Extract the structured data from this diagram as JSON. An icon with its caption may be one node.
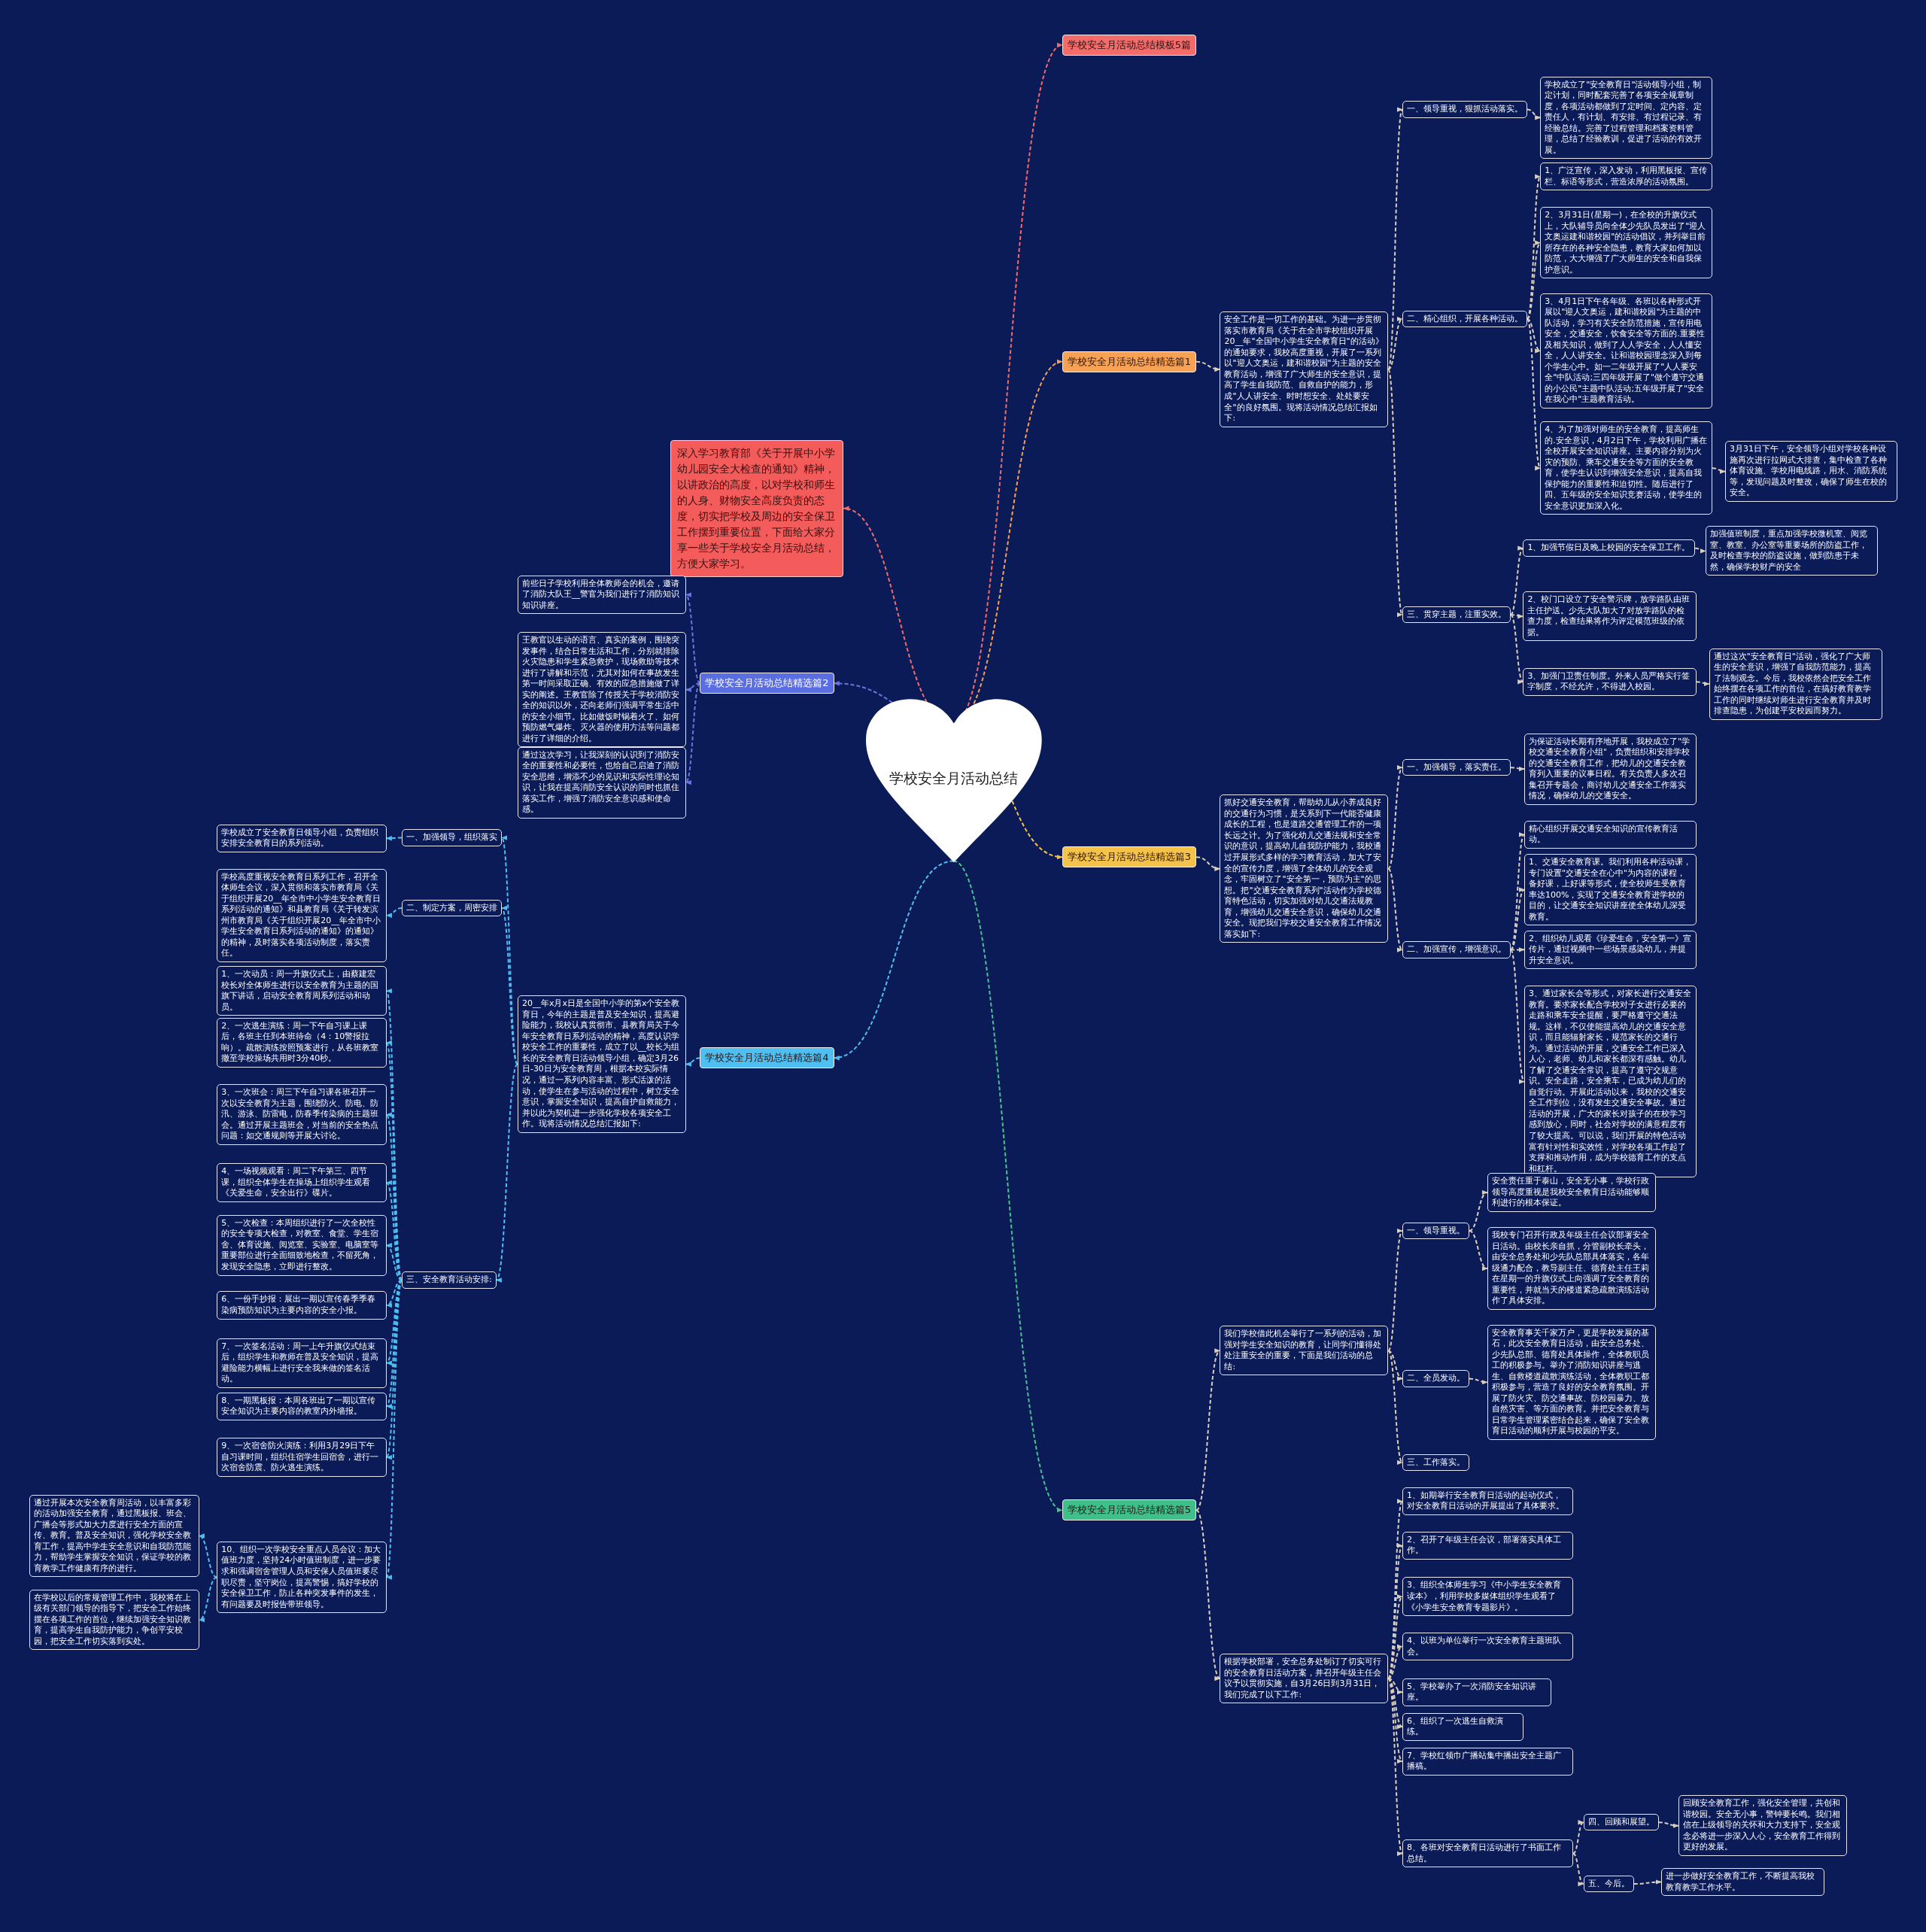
{
  "diagram": {
    "nodes": [
      {
        "text": [
          "学校安全月活动总结"
        ]
      },
      {
        "text": [
          "学校安全月活动总结模板5篇"
        ]
      },
      {
        "text": [
          "深入学习教育部《关于开展中小学幼儿园安全大检查的通知》精神，以讲政治的高度，以对学校和师生的人身、财物安全高度负责的态度，切实把学校及周边的安全保卫工作摆到重要位置，下面给大家分享一些关于学校安全月活动总结，方便大家学习。"
        ]
      },
      {
        "text": [
          "学校安全月活动总结精选篇1"
        ]
      },
      {
        "text": [
          "安全工作是一切工作的基础。为进一步贯彻落实市教育局《关于在全市学校组织开展20__年\"全国中小学生安全教育日\"的活动》的通知要求，我校高度重视，开展了一系列以\"迎人文奥运，建和谐校园\"为主题的安全教育活动，增强了广大师生的安全意识，提高了学生自我防范、自救自护的能力，形成\"人人讲安全、时时想安全、处处要安全\"的良好氛围。现将活动情况总结汇报如下:"
        ]
      },
      {
        "text": [
          "一、领导重视，狠抓活动落实。"
        ]
      },
      {
        "text": [
          "学校成立了\"安全教育日\"活动领导小组，制定计划，同时配套完善了各项安全规章制度，各项活动都做到了定时间、定内容、定责任人，有计划、有安排、有过程记录、有经验总结。完善了过程管理和档案资料管理，总结了经验教训，促进了活动的有效开展。"
        ]
      },
      {
        "text": [
          "二、精心组织，开展各种活动。"
        ]
      },
      {
        "text": [
          "1、广泛宣传，深入发动，利用黑板报、宣传栏、标语等形式，营造浓厚的活动氛围。"
        ]
      },
      {
        "text": [
          "2、3月31日(星期一)，在全校的升旗仪式上，大队辅导员向全体少先队员发出了\"迎人文奥运建和谐校园\"的活动倡议，并列举目前所存在的各种安全隐患，教育大家如何加以防范，大大增强了广大师生的安全和自我保护意识。"
        ]
      },
      {
        "text": [
          "3、4月1日下午各年级、各班以各种形式开展以\"迎人文奥运，建和谐校园\"为主题的中队活动，学习有关安全防范措施，宣传用电安全，交通安全，饮食安全等方面的.重要性及相关知识，做到了人人学安全，人人懂安全，人人讲安全。让和谐校园理念深入到每个学生心中。如一二年级开展了\"人人要安全\"中队活动;三四年级开展了\"做个遵守交通的小公民\"主题中队活动;五年级开展了\"安全在我心中\"主题教育活动。"
        ]
      },
      {
        "text": [
          "4、为了加强对师生的安全教育，提高师生的.安全意识，4月2日下午，学校利用广播在全校开展安全知识讲座。主要内容分别为火灾的预防、乘车交通安全等方面的安全教育，使学生认识到增强安全意识，提高自我保护能力的重要性和迫切性。随后进行了四、五年级的安全知识竞赛活动，使学生的安全意识更加深入化。"
        ]
      },
      {
        "text": [
          "3月31日下午，安全领导小组对学校各种设施再次进行拉网式大排查，集中检查了各种体育设施、学校用电线路，用水、消防系统等，发现问题及时整改，确保了师生在校的安全。"
        ]
      },
      {
        "text": [
          "三、贯穿主题，注重实效。"
        ]
      },
      {
        "text": [
          "1、加强节假日及晚上校园的安全保卫工作。"
        ]
      },
      {
        "text": [
          "加强值班制度，重点加强学校微机室、阅览室、教室、办公室等重要场所的防盗工作，及时检查学校的防盗设施，做到防患于未然，确保学校财产的安全"
        ]
      },
      {
        "text": [
          "2、校门口设立了安全警示牌，放学路队由班主任护送。少先大队加大了对放学路队的检查力度，检查结果将作为评定模范班级的依据。"
        ]
      },
      {
        "text": [
          "3、加强门卫责任制度。外来人员严格实行签字制度，不经允许，不得进入校园。"
        ]
      },
      {
        "text": [
          "通过这次\"安全教育日\"活动，强化了广大师生的安全意识，增强了自我防范能力，提高了法制观念。今后，我校依然会把安全工作始终摆在各项工作的首位，在搞好教育教学工作的同时继续对师生进行安全教育并及时排查隐患，为创建平安校园而努力。"
        ]
      },
      {
        "text": [
          "学校安全月活动总结精选篇2"
        ]
      },
      {
        "text": [
          "前些日子学校利用全体教师会的机会，邀请了消防大队王__警官为我们进行了消防知识知识讲座。"
        ]
      },
      {
        "text": [
          "王教官以生动的语言、真实的案例，围绕突发事件，结合日常生活和工作，分别就排除火灾隐患和学生紧急救护，现场救助等技术进行了讲解和示范，尤其对如何在事故发生第一时间采取正确、有效的应急措施做了详实的阐述。王教官除了传授关于学校消防安全的知识以外，还向老师们强调平常生活中的安全小细节。比如做饭时锅着火了、如何预防燃气爆炸、灭火器的使用方法等问题都进行了详细的介绍。"
        ]
      },
      {
        "text": [
          "通过这次学习，让我深刻的认识到了消防安全的重要性和必要性，也给自己启迪了消防安全思维，增添不少的见识和实际性理论知识，让我在提高消防安全认识的同时也抓住落实工作，增强了消防安全意识感和使命感。"
        ]
      },
      {
        "text": [
          "学校安全月活动总结精选篇3"
        ]
      },
      {
        "text": [
          "抓好交通安全教育，帮助幼儿从小养成良好的交通行为习惯，是关系到下一代能否健康成长的工程，也是道路交通管理工作的一项长远之计。为了强化幼儿交通法规和安全常识的意识，提高幼儿自我防护能力，我校通过开展形式多样的学习教育活动，加大了安全的宣传力度，增强了全体幼儿的安全观念，牢固树立了\"安全第一，预防为主\"的思想。把\"交通安全教育系列\"活动作为学校德育特色活动，切实加强对幼儿交通法规教育，增强幼儿交通安全意识，确保幼儿交通安全。现把我们学校交通安全教育工作情况落实如下:"
        ]
      },
      {
        "text": [
          "一、加强领导，落实责任。"
        ]
      },
      {
        "text": [
          "为保证活动长期有序地开展，我校成立了\"学校交通安全教育小组\"，负责组织和安排学校的交通安全教育工作，把幼儿的交通安全教育列入重要的议事日程。有关负责人多次召集召开专题会，商讨幼儿交通安全工作落实情况，确保幼儿的交通安全。"
        ]
      },
      {
        "text": [
          "二、加强宣传，增强意识。"
        ]
      },
      {
        "text": [
          "精心组织开展交通安全知识的宣传教育活动。"
        ]
      },
      {
        "text": [
          "1、交通安全教育课。我们利用各种活动课，专门设置\"交通安全在心中\"为内容的课程，备好课，上好课等形式，使全校师生受教育率达100%，实现了交通安全教育进学校的目的，让交通安全知识讲座使全体幼儿深受教育。"
        ]
      },
      {
        "text": [
          "2、组织幼儿观看《珍爱生命，安全第一》宣传片，通过视频中一些场景感染幼儿，并提升安全意识。"
        ]
      },
      {
        "text": [
          "3、通过家长会等形式，对家长进行交通安全教育。要求家长配合学校对子女进行必要的走路和乘车安全提醒，要严格遵守交通法规。这样，不仅使能提高幼儿的交通安全意识，而且能辐射家长，规范家长的交通行为。通过活动的开展，交通安全工作已深入人心，老师、幼儿和家长都深有感触。幼儿了解了交通安全常识，提高了遵守交规意识。安全走路，安全乘车，已成为幼儿们的自觉行动。开展此活动以来，我校的交通安全工作到位，没有发生交通安全事故。通过活动的开展，广大的家长对孩子的在校学习感到放心，同时，社会对学校的满意程度有了较大提高。可以说，我们开展的特色活动富有针对性和实效性，对学校各项工作起了支撑和推动作用，成为学校德育工作的支点和杠杆。"
        ]
      },
      {
        "text": [
          "学校安全月活动总结精选篇4"
        ]
      },
      {
        "text": [
          "20__年x月x日是全国中小学的第x个安全教育日，今年的主题是普及安全知识，提高避险能力，我校认真贯彻市、县教育局关于今年安全教育日系列活动的精神，高度认识学校安全工作的重要性，成立了以__校长为组长的安全教育日活动领导小组，确定3月26日-30日为安全教育周，根据本校实际情况，通过一系列内容丰富、形式活泼的活动，使学生在参与活动的过程中，树立安全意识，掌握安全知识，提高自护自救能力，并以此为契机进一步强化学校各项安全工作。现将活动情况总结汇报如下:"
        ]
      },
      {
        "text": [
          "一、加强领导，组织落实"
        ]
      },
      {
        "text": [
          "学校成立了安全教育日领导小组，负责组织安排安全教育日的系列活动。"
        ]
      },
      {
        "text": [
          "二、制定方案，周密安排"
        ]
      },
      {
        "text": [
          "学校高度重视安全教育日系列工作，召开全体师生会议，深入贯彻和落实市教育局《关于组织开展20__年全市中小学生安全教育日系列活动的通知》和县教育局《关于转发滨州市教育局《关于组织开展20__年全市中小学生安全教育日系列活动的通知》的通知》的精神，及时落实各项活动制度，落实责任。"
        ]
      },
      {
        "text": [
          "三、安全教育活动安排:"
        ]
      },
      {
        "text": [
          "1、一次动员：周一升旗仪式上，由蔡建宏校长对全体师生进行以安全教育为主题的国旗下讲话，启动安全教育周系列活动和动员。"
        ]
      },
      {
        "text": [
          "2、一次逃生演练：周一下午自习课上课后，各班主任到本班待命（4：10警报拉响）。疏散演练按照预案进行，从各班教室撤至学校操场共用时3分40秒。"
        ]
      },
      {
        "text": [
          "3、一次班会：周三下午自习课各班召开一次以安全教育为主题，围绕防火、防电、防汛、游泳、防雷电，防春季传染病的主题班会。通过开展主题班会，对当前的安全热点问题：如交通规则等开展大讨论。"
        ]
      },
      {
        "text": [
          "4、一场视频观看：周二下午第三、四节课，组织全体学生在操场上组织学生观看《关爱生命，安全出行》碟片。"
        ]
      },
      {
        "text": [
          "5、一次检查：本周组织进行了一次全校性的安全专项大检查，对教室、食堂、学生宿舍、体育设施、阅览室、实验室、电脑室等重要部位进行全面细致地检查，不留死角，发现安全隐患，立即进行整改。"
        ]
      },
      {
        "text": [
          "6、一份手抄报：展出一期以宣传春季季春染病预防知识为主要内容的安全小报。"
        ]
      },
      {
        "text": [
          "7、一次签名活动：周一上午升旗仪式结束后，组织学生和教师在普及安全知识，提高避险能力横幅上进行安全我来做的签名活动。"
        ]
      },
      {
        "text": [
          "8、一期黑板报：本周各班出了一期以宣传安全知识为主要内容的教室内外墙报。"
        ]
      },
      {
        "text": [
          "9、一次宿舍防火演练：利用3月29日下午自习课时间，组织住宿学生回宿舍，进行一次宿舍防震、防火逃生演练。"
        ]
      },
      {
        "text": [
          "10、组织一次学校安全重点人员会议：加大值班力度，坚持24小时值班制度，进一步要求和强调宿舍管理人员和安保人员值班要尽职尽责，坚守岗位，提高警惕，搞好学校的安全保卫工作，防止各种突发事件的发生，有问题要及时报告带班领导。"
        ]
      },
      {
        "text": [
          "通过开展本次安全教育周活动，以丰富多彩的活动加强安全教育，通过黑板报、班会、广播会等形式加大力度进行安全方面的宣传、教育。普及安全知识，强化学校安全教育工作，提高中学生安全意识和自我防范能力，帮助学生掌握安全知识，保证学校的教育教学工作健康有序的进行。"
        ]
      },
      {
        "text": [
          "在学校以后的常规管理工作中，我校将在上级有关部门领导的指导下，把安全工作始终摆在各项工作的首位，继续加强安全知识教育，提高学生自我防护能力，争创平安校园，把安全工作切实落到实处。"
        ]
      },
      {
        "text": [
          "学校安全月活动总结精选篇5"
        ]
      },
      {
        "text": [
          "我们学校借此机会举行了一系列的活动，加强对学生安全知识的教育，让同学们懂得处处注重安全的重要，下面是我们活动的总结:"
        ]
      },
      {
        "text": [
          "一、领导重视。"
        ]
      },
      {
        "text": [
          "安全责任重于泰山，安全无小事，学校行政领导高度重视是我校安全教育日活动能够顺利进行的根本保证。"
        ]
      },
      {
        "text": [
          "我校专门召开行政及年级主任会议部署安全日活动。由校长亲自抓，分管副校长牵头，由安全总务处和少先队总部具体落实，各年级通力配合，教导副主任、德育处主任王莉在星期一的升旗仪式上向强调了安全教育的重要性，并就当天的楼道紧急疏散演练活动作了具体安排。"
        ]
      },
      {
        "text": [
          "二、全员发动。"
        ]
      },
      {
        "text": [
          "安全教育事关千家万户，更是学校发展的基石，此次安全教育日活动，由安全总务处、少先队总部、德育处具体操作，全体教职员工的积极参与。举办了消防知识讲座与逃生、自救楼道疏散演练活动，全体教职工都积极参与，营造了良好的安全教育氛围。开展了防火灾、防交通事故、防校园暴力、放自然灾害、等方面的教育。并把安全教育与日常学生管理紧密结合起来，确保了安全教育日活动的顺利开展与校园的平安。"
        ]
      },
      {
        "text": [
          "三、工作落实。"
        ]
      },
      {
        "text": [
          "根据学校部署，安全总务处制订了切实可行的安全教育日活动方案，并召开年级主任会议予以贯彻实施，自3月26日到3月31日，我们完成了以下工作:"
        ]
      },
      {
        "text": [
          "1、如期举行安全教育日活动的起动仪式，对安全教育日活动的开展提出了具体要求。"
        ]
      },
      {
        "text": [
          "2、召开了年级主任会议，部署落实具体工作。"
        ]
      },
      {
        "text": [
          "3、组织全体师生学习《中小学生安全教育读本》，利用学校多媒体组织学生观看了《小学生安全教育专题影片》。"
        ]
      },
      {
        "text": [
          "4、以班为单位举行一次安全教育主题班队会。"
        ]
      },
      {
        "text": [
          "5、学校举办了一次消防安全知识讲座。"
        ]
      },
      {
        "text": [
          "6、组织了一次逃生自救演练。"
        ]
      },
      {
        "text": [
          "7、学校红领巾广播站集中播出安全主题广播稿。"
        ]
      },
      {
        "text": [
          "8、各班对安全教育日活动进行了书面工作总结。"
        ]
      },
      {
        "text": [
          "四、回顾和展望。"
        ]
      },
      {
        "text": [
          "回顾安全教育工作，强化安全管理，共创和谐校园。安全无小事，警钟要长鸣。我们相信在上级领导的关怀和大力支持下，安全观念必将进一步深入人心，安全教育工作得到更好的发展。"
        ]
      },
      {
        "text": [
          "五、今后。"
        ]
      },
      {
        "text": [
          "进一步做好安全教育工作，不断提高我校教育教学工作水平。"
        ]
      }
    ],
    "edges": [
      {
        "from": 0,
        "to": 1,
        "arrow": "to",
        "color": "#f36b6b"
      },
      {
        "from": 0,
        "to": 2,
        "arrow": "to",
        "color": "#f36b6b"
      },
      {
        "from": 0,
        "to": 3,
        "arrow": "to",
        "color": "#f7a155"
      },
      {
        "from": 0,
        "to": 19,
        "arrow": "to",
        "color": "#6676e0"
      },
      {
        "from": 0,
        "to": 23,
        "arrow": "to",
        "color": "#f5c24a"
      },
      {
        "from": 0,
        "to": 32,
        "arrow": "to",
        "color": "#4fbff2"
      },
      {
        "from": 0,
        "to": 51,
        "arrow": "to",
        "color": "#48c28e"
      },
      {
        "from": 3,
        "to": 4,
        "arrow": "to"
      },
      {
        "from": 4,
        "to": 5,
        "arrow": "to"
      },
      {
        "from": 5,
        "to": 6,
        "arrow": "to"
      },
      {
        "from": 4,
        "to": 7,
        "arrow": "to"
      },
      {
        "from": 7,
        "to": 8,
        "arrow": "to"
      },
      {
        "from": 7,
        "to": 9,
        "arrow": "to"
      },
      {
        "from": 7,
        "to": 10,
        "arrow": "to"
      },
      {
        "from": 7,
        "to": 11,
        "arrow": "to"
      },
      {
        "from": 11,
        "to": 12,
        "arrow": "to"
      },
      {
        "from": 4,
        "to": 13,
        "arrow": "to"
      },
      {
        "from": 13,
        "to": 14,
        "arrow": "to"
      },
      {
        "from": 14,
        "to": 15,
        "arrow": "to"
      },
      {
        "from": 13,
        "to": 16,
        "arrow": "to"
      },
      {
        "from": 13,
        "to": 17,
        "arrow": "to"
      },
      {
        "from": 17,
        "to": 18,
        "arrow": "to"
      },
      {
        "from": 19,
        "to": 20,
        "arrow": "to",
        "color": "#6676e0"
      },
      {
        "from": 19,
        "to": 21,
        "arrow": "to",
        "color": "#6676e0"
      },
      {
        "from": 19,
        "to": 22,
        "arrow": "to",
        "color": "#6676e0"
      },
      {
        "from": 23,
        "to": 24,
        "arrow": "to"
      },
      {
        "from": 24,
        "to": 25,
        "arrow": "to"
      },
      {
        "from": 25,
        "to": 26,
        "arrow": "to"
      },
      {
        "from": 24,
        "to": 27,
        "arrow": "to"
      },
      {
        "from": 27,
        "to": 28,
        "arrow": "to"
      },
      {
        "from": 27,
        "to": 29,
        "arrow": "to"
      },
      {
        "from": 27,
        "to": 30,
        "arrow": "to"
      },
      {
        "from": 27,
        "to": 31,
        "arrow": "to"
      },
      {
        "from": 32,
        "to": 33,
        "arrow": "to",
        "color": "#4fbff2"
      },
      {
        "from": 33,
        "to": 34,
        "arrow": "to",
        "color": "#4fbff2"
      },
      {
        "from": 34,
        "to": 35,
        "arrow": "to",
        "color": "#4fbff2"
      },
      {
        "from": 33,
        "to": 36,
        "arrow": "to",
        "color": "#4fbff2"
      },
      {
        "from": 36,
        "to": 37,
        "arrow": "to",
        "color": "#4fbff2"
      },
      {
        "from": 33,
        "to": 38,
        "arrow": "to",
        "color": "#4fbff2"
      },
      {
        "from": 38,
        "to": 39,
        "arrow": "to",
        "color": "#4fbff2"
      },
      {
        "from": 38,
        "to": 40,
        "arrow": "to",
        "color": "#4fbff2"
      },
      {
        "from": 38,
        "to": 41,
        "arrow": "to",
        "color": "#4fbff2"
      },
      {
        "from": 38,
        "to": 42,
        "arrow": "to",
        "color": "#4fbff2"
      },
      {
        "from": 38,
        "to": 43,
        "arrow": "to",
        "color": "#4fbff2"
      },
      {
        "from": 38,
        "to": 44,
        "arrow": "to",
        "color": "#4fbff2"
      },
      {
        "from": 38,
        "to": 45,
        "arrow": "to",
        "color": "#4fbff2"
      },
      {
        "from": 38,
        "to": 46,
        "arrow": "to",
        "color": "#4fbff2"
      },
      {
        "from": 38,
        "to": 47,
        "arrow": "to",
        "color": "#4fbff2"
      },
      {
        "from": 38,
        "to": 48,
        "arrow": "to",
        "color": "#4fbff2"
      },
      {
        "from": 48,
        "to": 49,
        "arrow": "to",
        "color": "#4fbff2"
      },
      {
        "from": 48,
        "to": 50,
        "arrow": "to",
        "color": "#4fbff2"
      },
      {
        "from": 51,
        "to": 52,
        "arrow": "to"
      },
      {
        "from": 52,
        "to": 53,
        "arrow": "to"
      },
      {
        "from": 53,
        "to": 54,
        "arrow": "to"
      },
      {
        "from": 53,
        "to": 55,
        "arrow": "to"
      },
      {
        "from": 52,
        "to": 56,
        "arrow": "to"
      },
      {
        "from": 56,
        "to": 57,
        "arrow": "to"
      },
      {
        "from": 52,
        "to": 58,
        "arrow": "to"
      },
      {
        "from": 51,
        "to": 59,
        "arrow": "to"
      },
      {
        "from": 59,
        "to": 60,
        "arrow": "to"
      },
      {
        "from": 59,
        "to": 61,
        "arrow": "to"
      },
      {
        "from": 59,
        "to": 62,
        "arrow": "to"
      },
      {
        "from": 59,
        "to": 63,
        "arrow": "to"
      },
      {
        "from": 59,
        "to": 64,
        "arrow": "to"
      },
      {
        "from": 59,
        "to": 65,
        "arrow": "to"
      },
      {
        "from": 59,
        "to": 66,
        "arrow": "to"
      },
      {
        "from": 59,
        "to": 67,
        "arrow": "to"
      },
      {
        "from": 67,
        "to": 68,
        "arrow": "to"
      },
      {
        "from": 68,
        "to": 69,
        "arrow": "to"
      },
      {
        "from": 67,
        "to": 70,
        "arrow": "to"
      },
      {
        "from": 70,
        "to": 71,
        "arrow": "to"
      }
    ]
  }
}
